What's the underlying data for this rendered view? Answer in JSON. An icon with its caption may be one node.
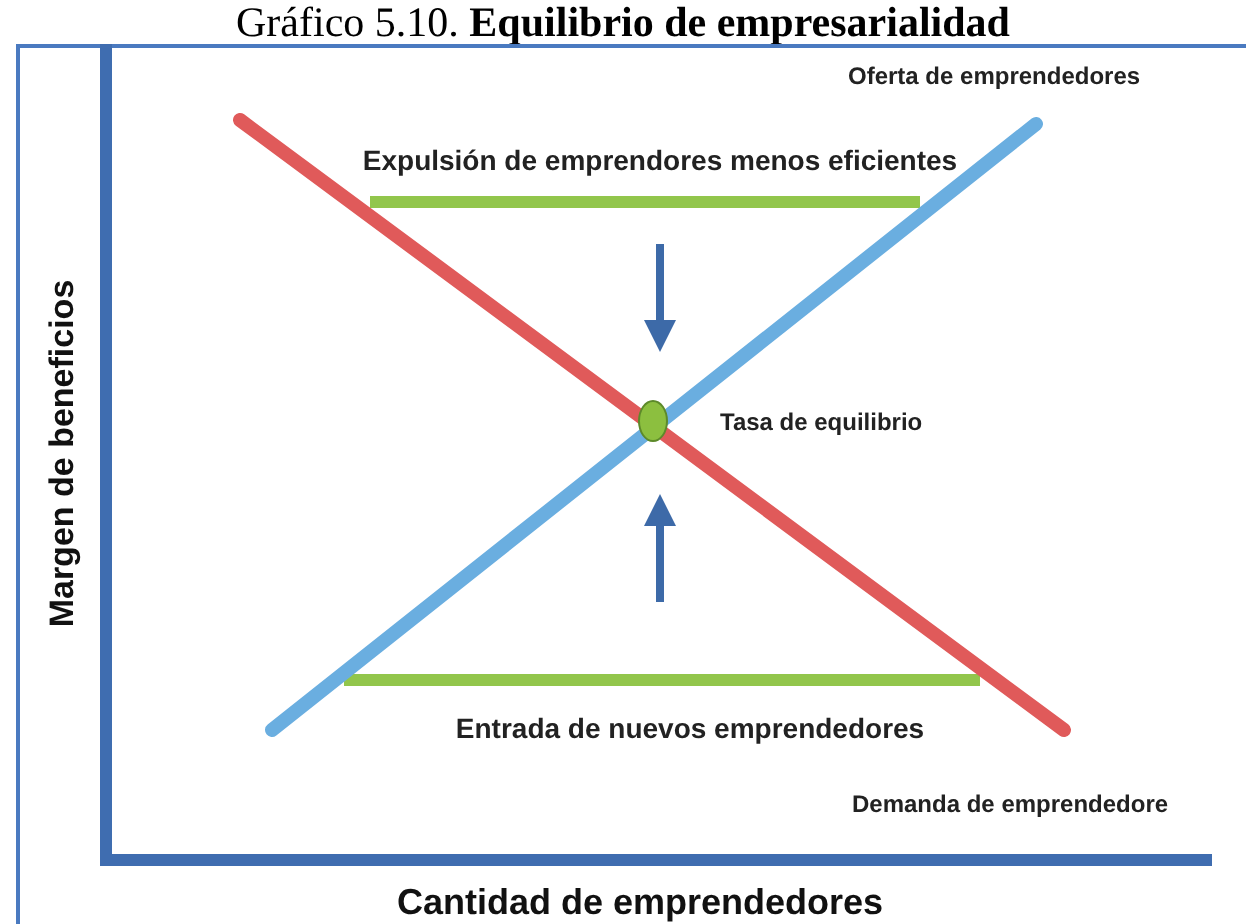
{
  "diagram": {
    "title": "Gráfico 5.10. **Equilibrio de empresarialidad**",
    "nodes": [
      {
        "text": [],
        "shape": "circle",
        "beside": [
          "Tasa de equilibrio"
        ]
      }
    ],
    "labels": [
      "Oferta de emprendedores",
      "Expulsión de emprendores menos eficientes",
      "Margen de beneficios",
      "Entrada de nuevos emprendedores",
      "Demanda de emprendedore",
      "Cantidad de emprendedores"
    ]
  }
}
